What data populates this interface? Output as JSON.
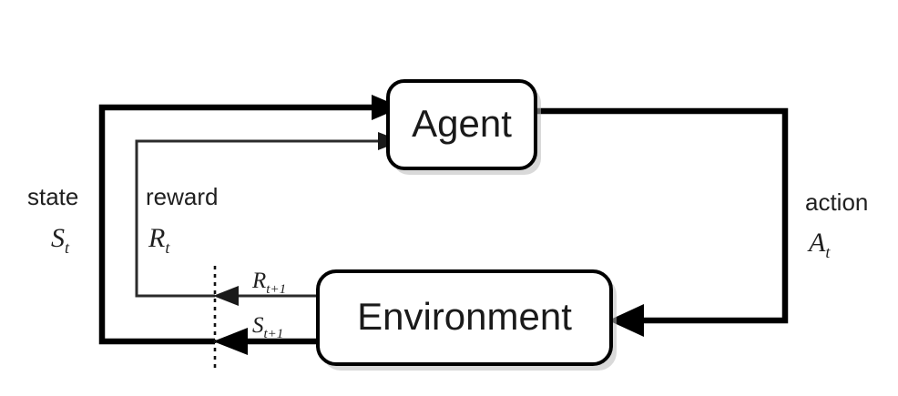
{
  "diagram": {
    "type": "reinforcement-learning-agent-environment-loop",
    "background_color": "#ffffff",
    "nodes": [
      {
        "id": "agent",
        "label": "Agent"
      },
      {
        "id": "environment",
        "label": "Environment"
      }
    ],
    "edge_labels": {
      "state_word": "state",
      "state_symbol": "S",
      "state_subscript": "t",
      "reward_word": "reward",
      "reward_symbol": "R",
      "reward_subscript": "t",
      "action_word": "action",
      "action_symbol": "A",
      "action_subscript": "t",
      "next_reward_symbol": "R",
      "next_reward_subscript": "t+1",
      "next_state_symbol": "S",
      "next_state_subscript": "t+1"
    },
    "colors": {
      "stroke": "#000000",
      "thin_stroke": "#2b2b2b",
      "box_fill": "#ffffff",
      "text": "#1f1f1f",
      "dashed": "#111111"
    }
  }
}
